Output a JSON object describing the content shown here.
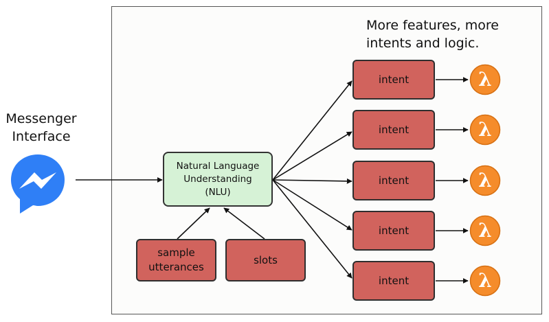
{
  "caption": {
    "line1": "More features, more",
    "line2": "intents and logic."
  },
  "messenger": {
    "label_line1": "Messenger",
    "label_line2": "Interface",
    "icon": "messenger-logo",
    "color": "#2f7ff6"
  },
  "nlu": {
    "line1": "Natural Language",
    "line2": "Understanding",
    "line3": "(NLU)",
    "fill": "#d6f2d6"
  },
  "inputs": {
    "sample_line1": "sample",
    "sample_line2": "utterances",
    "slots": "slots",
    "fill": "#d1635d"
  },
  "intents": [
    "intent",
    "intent",
    "intent",
    "intent",
    "intent"
  ],
  "lambda": {
    "icon": "aws-lambda-icon",
    "glyph": "λ",
    "fill": "#f58c2b"
  }
}
